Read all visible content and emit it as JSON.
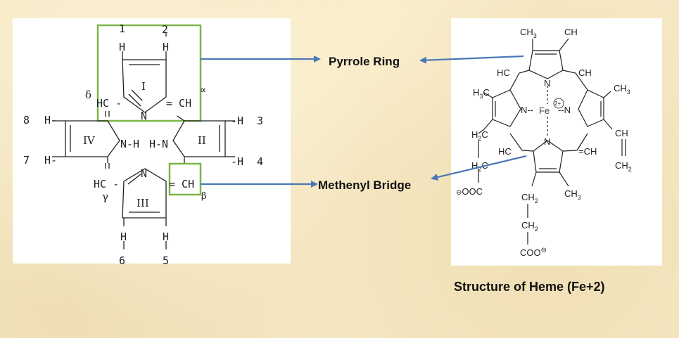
{
  "labels": {
    "pyrrole_ring": "Pyrrole Ring",
    "methenyl_bridge": "Methenyl Bridge",
    "caption": "Structure of Heme (Fe+2)"
  },
  "left_diagram": {
    "positions": [
      "1",
      "2",
      "3",
      "4",
      "5",
      "6",
      "7",
      "8"
    ],
    "rings": [
      "I",
      "II",
      "III",
      "IV"
    ],
    "greek": {
      "alpha": "∝",
      "beta": "β",
      "gamma": "γ",
      "delta": "δ"
    },
    "atoms": {
      "h": "H",
      "n": "N",
      "hc": "HC -",
      "ch_eq": "= CH",
      "nh_iv": "N-H",
      "hn_ii": "H-N",
      "h_dash_left": "H-",
      "dash_h_right": "-H",
      "eq": "=",
      "ch_beta": "= CH"
    }
  },
  "right_diagram": {
    "labels": {
      "ch3": "CH",
      "sub3": "3",
      "ch": "CH",
      "hc": "HC",
      "n": "N",
      "fe": "Fe",
      "fe_charge": "2+",
      "h3c": "H",
      "h2c": "H",
      "sub2": "2",
      "ooc": "OOC",
      "coo": "COO",
      "ch2": "CH",
      "minus": "⊖",
      "n_dashes_left": "N--",
      "n_dashes_right": "--N",
      "c": "C",
      "eq_ch": "=CH"
    }
  },
  "colors": {
    "highlight_box": "#7ab648",
    "arrow": "#4a78b5",
    "background": "#f6e8c4"
  }
}
